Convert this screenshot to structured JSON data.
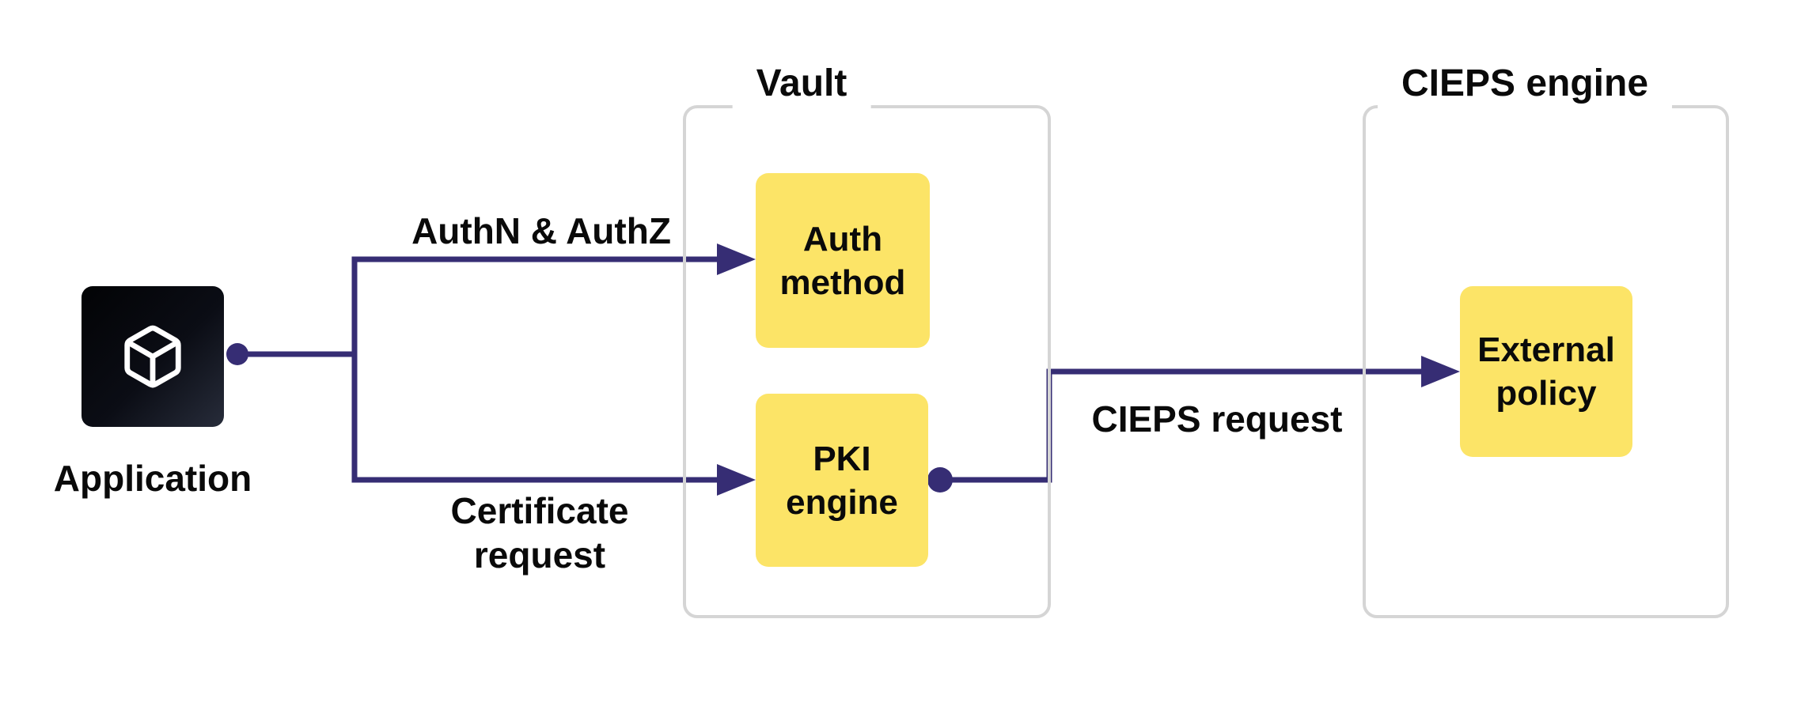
{
  "diagram": {
    "application": {
      "label": "Application"
    },
    "vault_group": {
      "label": "Vault",
      "nodes": {
        "auth_method": "Auth\nmethod",
        "pki_engine": "PKI\nengine"
      }
    },
    "cieps_group": {
      "label": "CIEPS engine",
      "nodes": {
        "external_policy": "External\npolicy"
      }
    },
    "edges": {
      "authn_authz": "AuthN & AuthZ",
      "certificate_request": "Certificate\nrequest",
      "cieps_request": "CIEPS request"
    },
    "colors": {
      "accent": "#362D74",
      "node_fill": "#FCE467",
      "group_border": "#D5D5D5",
      "application_fill": "#0B0D15"
    }
  }
}
